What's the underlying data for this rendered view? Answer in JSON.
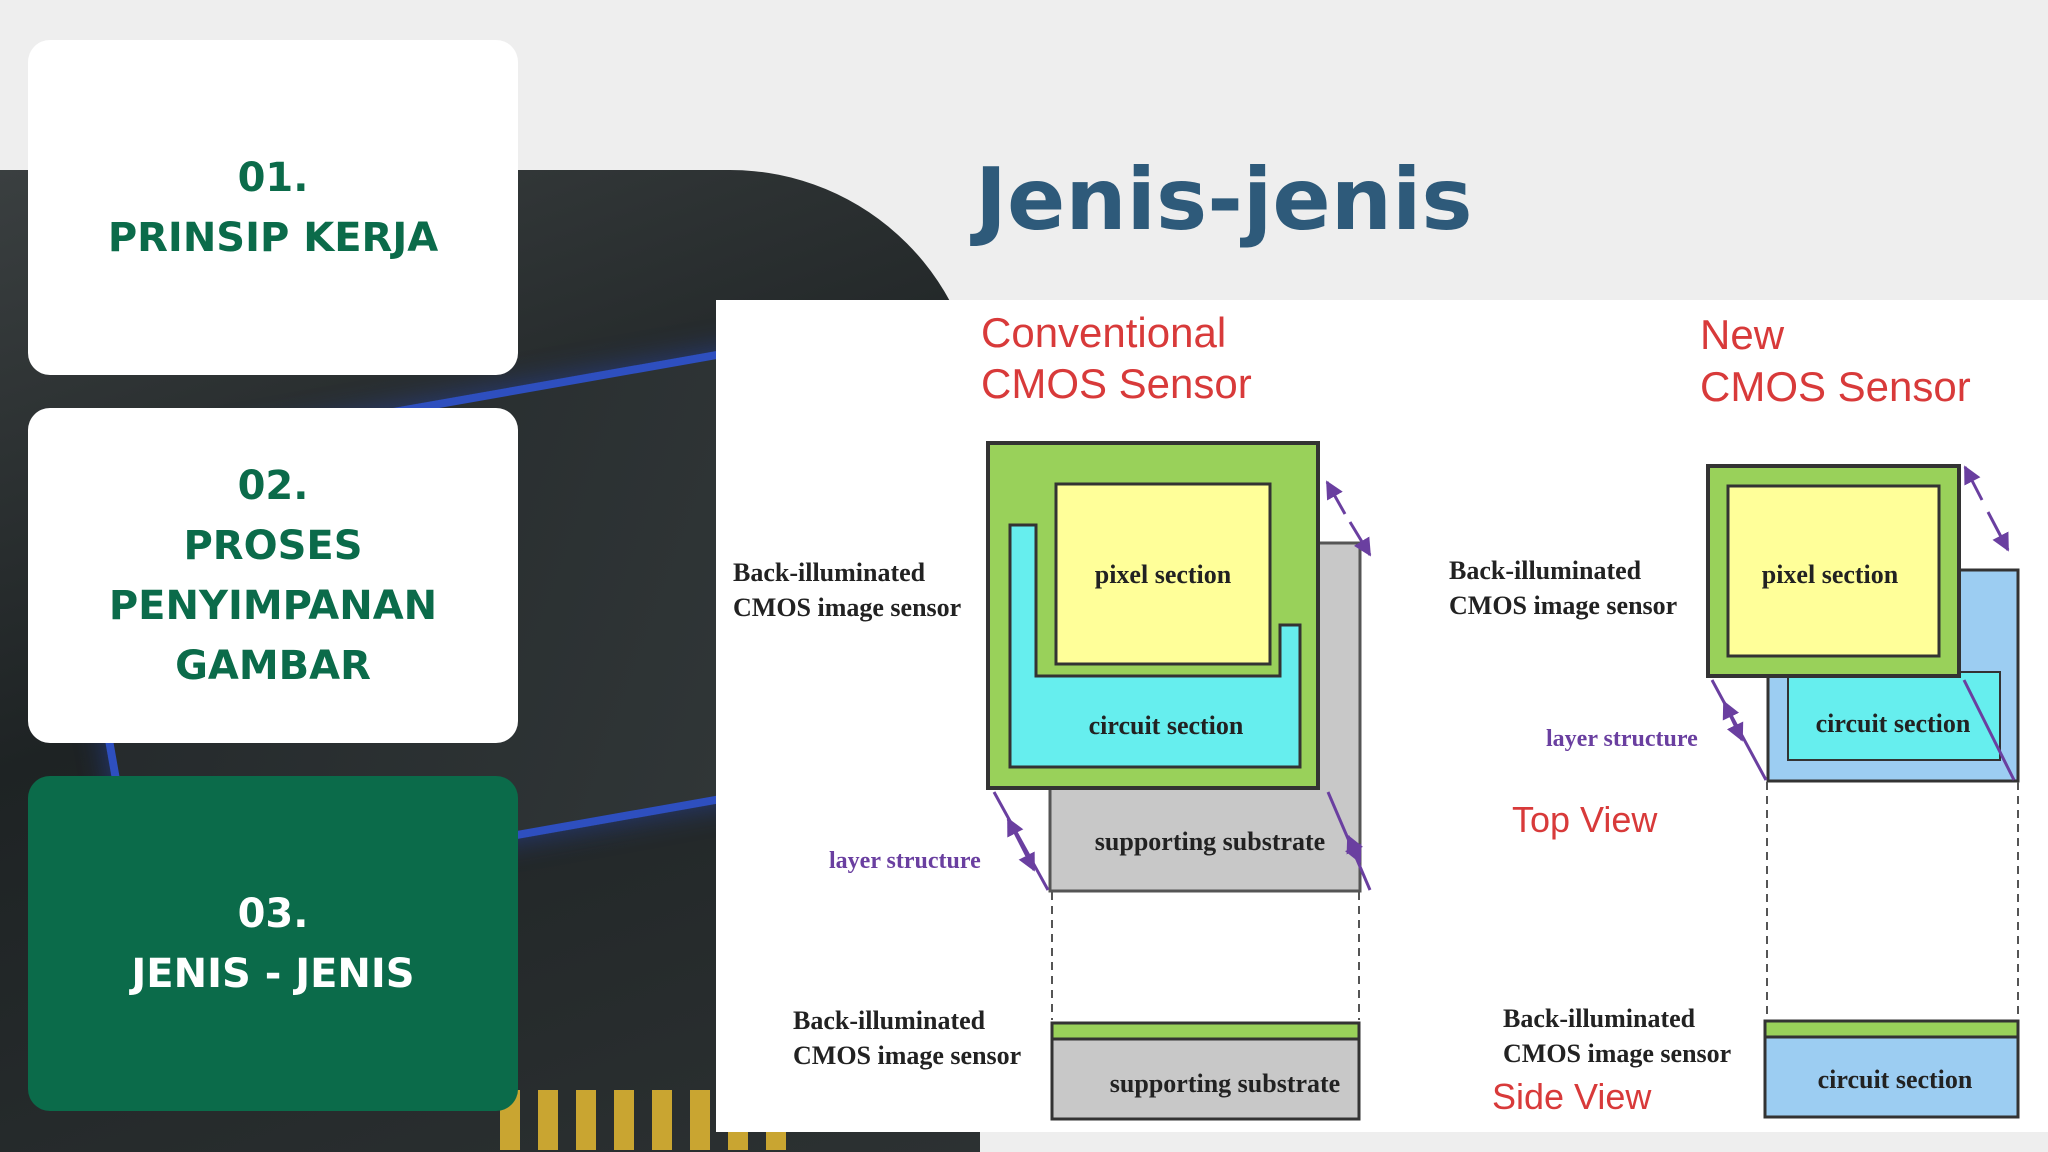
{
  "sidebar": {
    "items": [
      {
        "number": "01.",
        "label": "PRINSIP KERJA"
      },
      {
        "number": "02.",
        "label": "PROSES PENYIMPANAN GAMBAR"
      },
      {
        "number": "03.",
        "label": "JENIS - JENIS"
      }
    ],
    "active_index": 2
  },
  "title": "Jenis-jenis",
  "diagram": {
    "conventional_heading": [
      "Conventional",
      "CMOS Sensor"
    ],
    "new_heading": [
      "New",
      "CMOS Sensor"
    ],
    "back_illuminated": [
      "Back-illuminated",
      "CMOS image sensor"
    ],
    "pixel_section": "pixel section",
    "circuit_section": "circuit section",
    "supporting_substrate": "supporting substrate",
    "layer_structure": "layer structure",
    "top_view": "Top View",
    "side_view": "Side View"
  },
  "colors": {
    "brand_green": "#0b6b4a",
    "title_blue": "#2e5a7a",
    "heading_red": "#d83a3a",
    "pixel_yellow": "#ffff99",
    "outer_green": "#99d15a",
    "circuit_cyan": "#66eeee",
    "circuit_blue": "#9ccdf2",
    "substrate_gray": "#c8c8c8",
    "arrow_purple": "#6a3fa0"
  }
}
